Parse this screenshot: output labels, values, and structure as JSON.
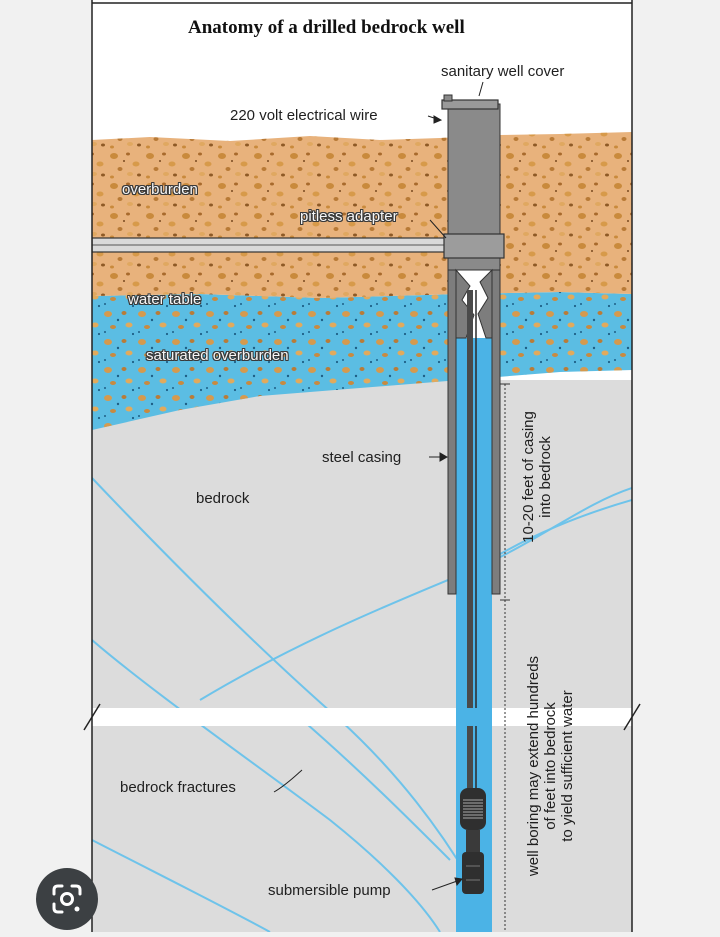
{
  "title": "Anatomy of a drilled bedrock well",
  "labels": {
    "sanitary_well_cover": "sanitary well cover",
    "electrical_wire": "220 volt electrical wire",
    "overburden": "overburden",
    "pitless_adapter": "pitless adapter",
    "water_table": "water table",
    "saturated_overburden": "saturated overburden",
    "steel_casing": "steel casing",
    "bedrock": "bedrock",
    "bedrock_fractures": "bedrock fractures",
    "submersible_pump": "submersible pump"
  },
  "dimensions": {
    "casing_line1": "10-20 feet of casing",
    "casing_line2": "into bedrock",
    "boring_line1": "well boring may extend hundreds",
    "boring_line2": "of feet into bedrock",
    "boring_line3": "to yield sufficient water"
  },
  "colors": {
    "overburden": "#e8b27c",
    "saturated": "#5bbde3",
    "bedrock": "#dcdcdc",
    "water": "#4bb3e6",
    "fracture": "#6ec3ea",
    "casing": "#7d7d7d"
  },
  "lens_icon": "google-lens-icon"
}
